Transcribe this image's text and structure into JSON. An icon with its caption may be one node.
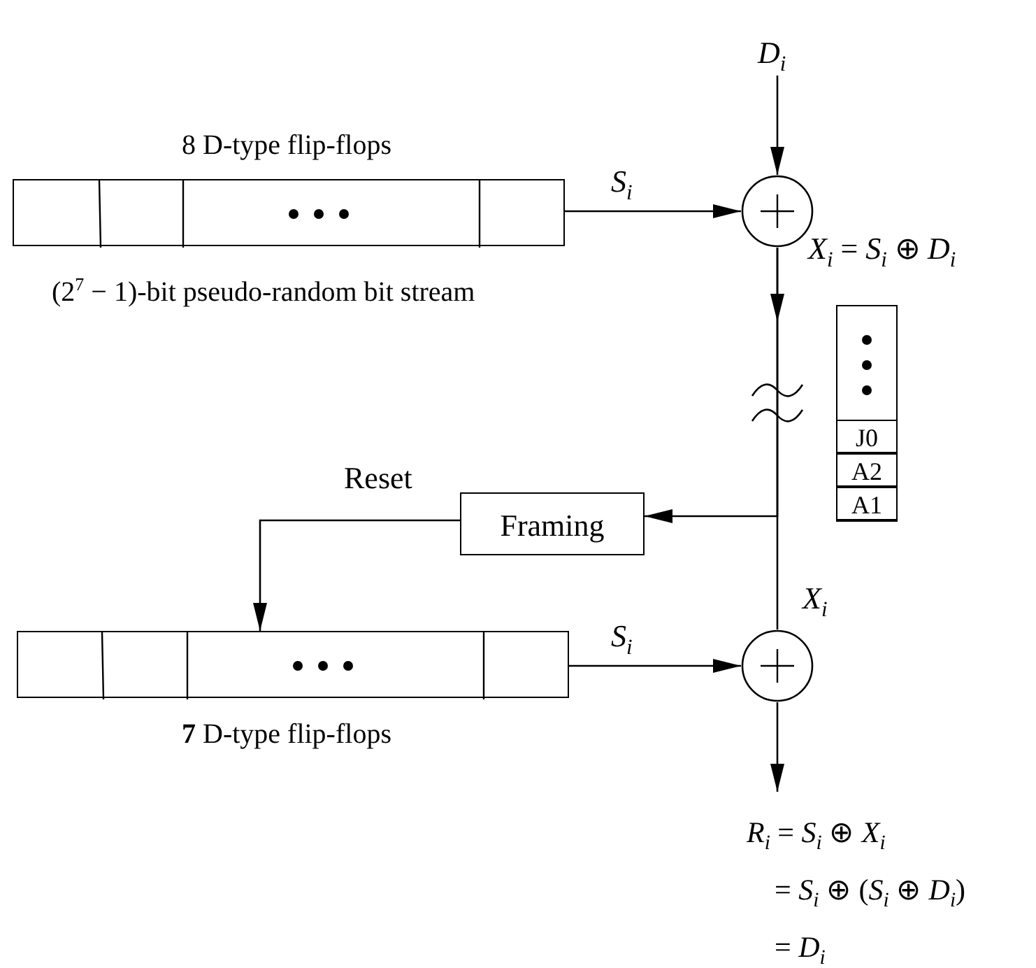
{
  "diagram": {
    "nodes": [
      {
        "text": [
          "8 D-type flip-flops"
        ],
        "beside": [
          "(2$^{7}$ − 1)-bit pseudo-random bit stream"
        ]
      },
      {
        "text": [
          "*D*$_{i}$"
        ]
      },
      {
        "text": [],
        "shape": "circle"
      },
      {
        "text": [
          "J0",
          "A2",
          "A1"
        ]
      },
      {
        "text": [
          "Framing"
        ]
      },
      {
        "text": [
          "**7** D-type flip-flops"
        ]
      },
      {
        "text": [],
        "shape": "circle",
        "beside": [
          "*X*$_{i}$"
        ]
      },
      {
        "text": [
          "*R*$_{i}$ = *S*$_{i}$ ⊕ *X*$_{i}$",
          "= *S*$_{i}$ ⊕ (*S*$_{i}$ ⊕ *D*$_{i}$)",
          "= *D*$_{i}$"
        ]
      }
    ],
    "edges": [
      {
        "from": 1,
        "to": 2,
        "arrow": "to"
      },
      {
        "from": 0,
        "to": 2,
        "arrow": "to",
        "label": "*S*$_{i}$"
      },
      {
        "from": 2,
        "to": null,
        "arrow": "to",
        "label": "*X*$_{i}$ = *S*$_{i}$ ⊕ *D*$_{i}$"
      },
      {
        "from": null,
        "to": 6,
        "arrow": "none"
      },
      {
        "from": 2,
        "to": 4,
        "arrow": "to"
      },
      {
        "from": 4,
        "to": 5,
        "arrow": "to",
        "label": "Reset"
      },
      {
        "from": 5,
        "to": 6,
        "arrow": "to",
        "label": "*S*$_{i}$"
      },
      {
        "from": 6,
        "to": 7,
        "arrow": "to"
      }
    ]
  }
}
